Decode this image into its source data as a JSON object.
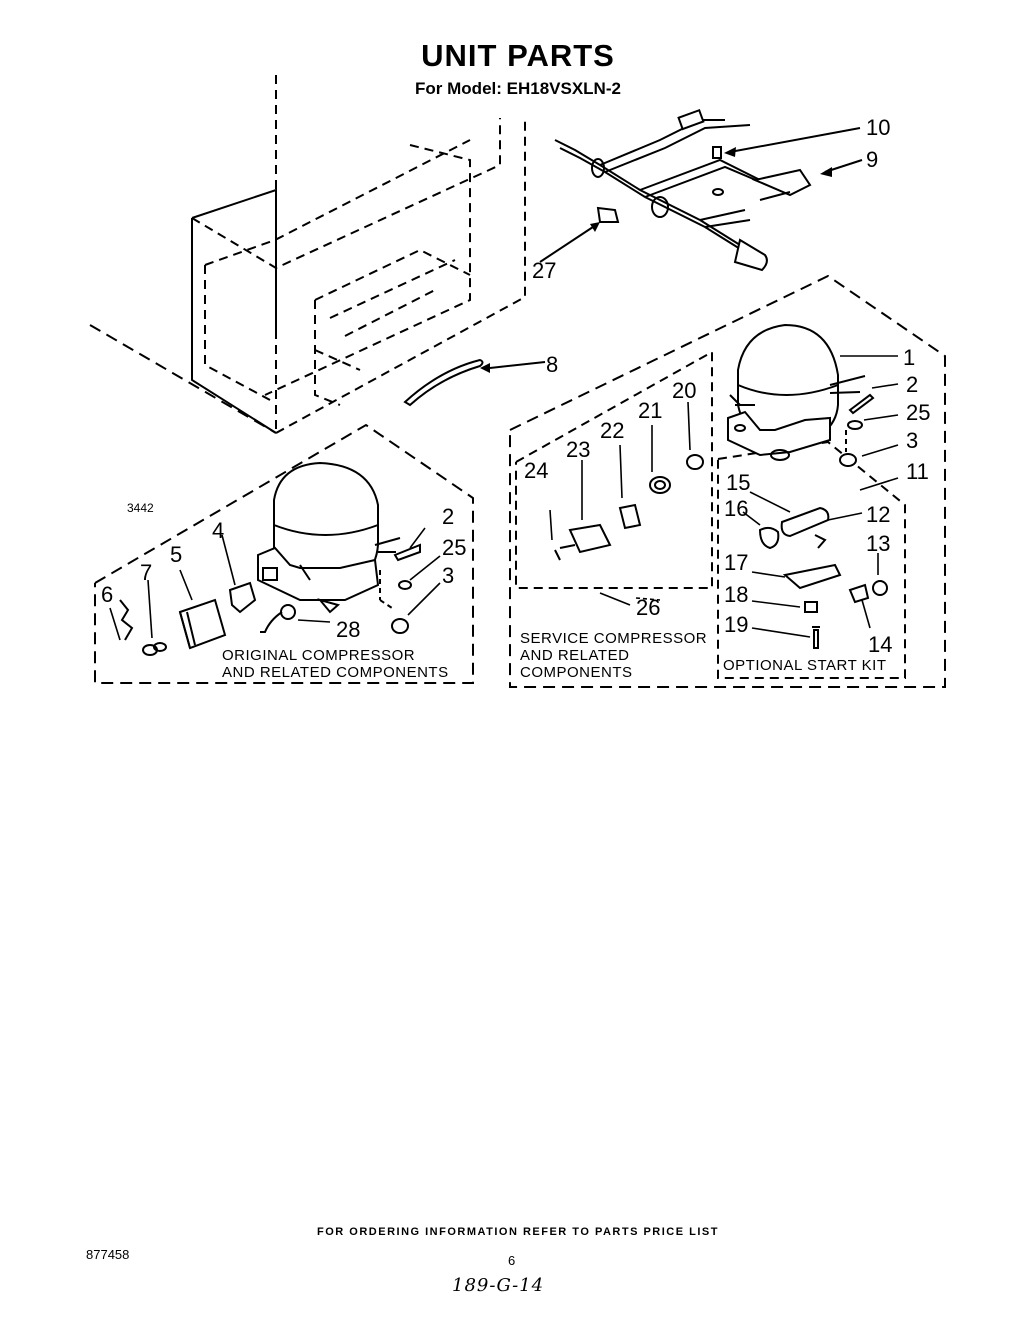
{
  "header": {
    "title": "UNIT PARTS",
    "subtitle": "For Model: EH18VSXLN-2"
  },
  "figure_code": "3442",
  "callouts": {
    "c1": "1",
    "c2a": "2",
    "c2b": "2",
    "c3a": "3",
    "c3b": "3",
    "c4": "4",
    "c5": "5",
    "c6": "6",
    "c7": "7",
    "c8": "8",
    "c9": "9",
    "c10": "10",
    "c11": "11",
    "c12": "12",
    "c13": "13",
    "c14": "14",
    "c15": "15",
    "c16": "16",
    "c17": "17",
    "c18": "18",
    "c19": "19",
    "c20": "20",
    "c21": "21",
    "c22": "22",
    "c23": "23",
    "c24": "24",
    "c25a": "25",
    "c25b": "25",
    "c26": "26",
    "c27": "27",
    "c28": "28"
  },
  "boxes": {
    "original": {
      "line1": "ORIGINAL COMPRESSOR",
      "line2": "AND RELATED COMPONENTS"
    },
    "service": {
      "line1": "SERVICE COMPRESSOR",
      "line2": "AND RELATED",
      "line3": "COMPONENTS"
    },
    "start_kit": {
      "line1": "OPTIONAL START KIT"
    }
  },
  "footer": {
    "note": "FOR ORDERING INFORMATION REFER TO PARTS PRICE LIST",
    "doc_number": "877458",
    "page_number": "6",
    "handwritten": "189-G-14"
  }
}
